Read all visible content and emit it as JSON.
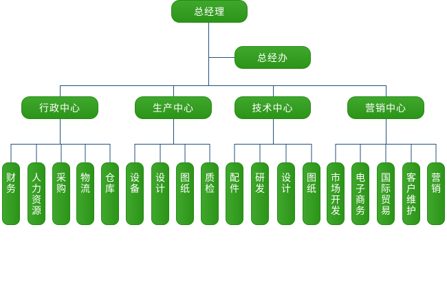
{
  "root": {
    "label": "总经理"
  },
  "office": {
    "label": "总经办"
  },
  "centers": [
    {
      "label": "行政中心",
      "children": [
        "财务",
        "人力资源",
        "采购",
        "物流",
        "仓库"
      ]
    },
    {
      "label": "生产中心",
      "children": [
        "设备",
        "设计",
        "图纸",
        "质检"
      ]
    },
    {
      "label": "技术中心",
      "children": [
        "配件",
        "研发",
        "设计",
        "图纸"
      ]
    },
    {
      "label": "营销中心",
      "children": [
        "市场开发",
        "电子商务",
        "国际贸易",
        "客户维护",
        "营销"
      ]
    }
  ],
  "colors": {
    "node": "#2f9a1c",
    "line": "#1f4e79"
  }
}
